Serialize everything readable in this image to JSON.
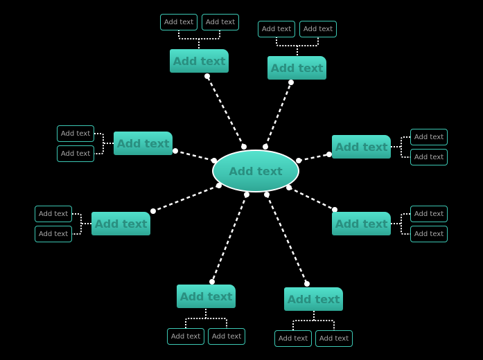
{
  "center": {
    "label": "Add text"
  },
  "colors": {
    "background": "#000000",
    "node_fill_top": "#52e0cb",
    "node_fill_bottom": "#2ea593",
    "node_text": "#2a8f80",
    "sub_border": "#3cc8b4",
    "sub_text": "#a8a8a8",
    "connector": "#ffffff"
  },
  "branches": [
    {
      "id": "top-left",
      "label": "Add text",
      "children": [
        "Add text",
        "Add text"
      ]
    },
    {
      "id": "top-right",
      "label": "Add text",
      "children": [
        "Add text",
        "Add text"
      ]
    },
    {
      "id": "left-upper",
      "label": "Add text",
      "children": [
        "Add text",
        "Add text"
      ]
    },
    {
      "id": "right-upper",
      "label": "Add text",
      "children": [
        "Add text",
        "Add text"
      ]
    },
    {
      "id": "left-lower",
      "label": "Add text",
      "children": [
        "Add text",
        "Add text"
      ]
    },
    {
      "id": "right-lower",
      "label": "Add text",
      "children": [
        "Add text",
        "Add text"
      ]
    },
    {
      "id": "bottom-left",
      "label": "Add text",
      "children": [
        "Add text",
        "Add text"
      ]
    },
    {
      "id": "bottom-right",
      "label": "Add text",
      "children": [
        "Add text",
        "Add text"
      ]
    }
  ]
}
